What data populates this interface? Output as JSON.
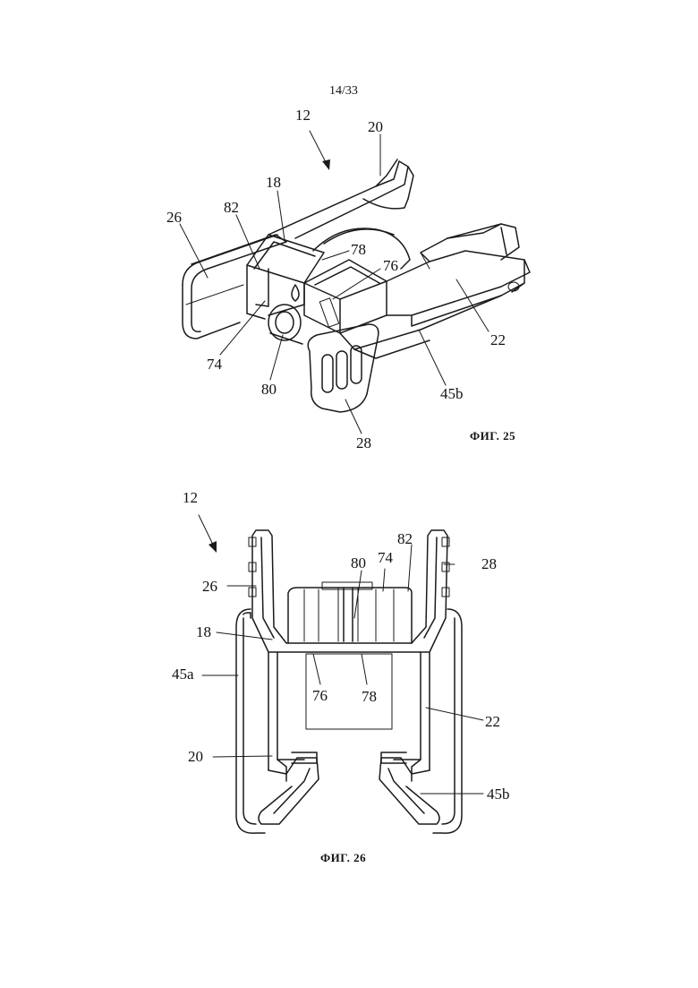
{
  "page_number": "14/33",
  "figures": [
    {
      "caption": "ФИГ. 25",
      "labels": {
        "l12": "12",
        "l20": "20",
        "l18": "18",
        "l26": "26",
        "l82": "82",
        "l78": "78",
        "l76": "76",
        "l74": "74",
        "l80": "80",
        "l22": "22",
        "l45b": "45b",
        "l28": "28"
      }
    },
    {
      "caption": "ФИГ. 26",
      "labels": {
        "l12": "12",
        "l82": "82",
        "l80": "80",
        "l74": "74",
        "l28": "28",
        "l26": "26",
        "l18": "18",
        "l45a": "45a",
        "l76": "76",
        "l78": "78",
        "l22": "22",
        "l20": "20",
        "l45b": "45b"
      }
    }
  ]
}
